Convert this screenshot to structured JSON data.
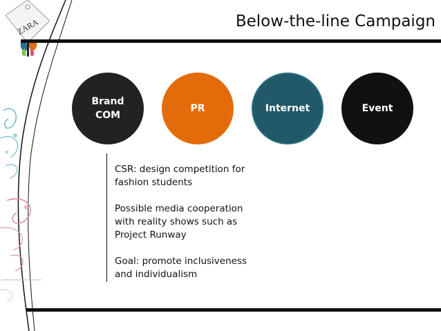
{
  "slide": {
    "title": "Below-the-line Campaign",
    "logo": {
      "text": "ZARA",
      "icon": "zara-tag-logo-icon"
    },
    "circles": [
      {
        "label": "Brand\nCOM",
        "color": "#222222"
      },
      {
        "label": "PR",
        "color": "#e36c0a"
      },
      {
        "label": "Internet",
        "color": "#215968"
      },
      {
        "label": "Event",
        "color": "#111111"
      }
    ],
    "paragraphs": [
      "CSR: design competition for fashion students",
      "Possible media cooperation with reality shows such as Project Runway",
      "Goal: promote inclusiveness and individualism"
    ],
    "colors": {
      "accent_orange": "#e36c0a",
      "accent_teal": "#215968",
      "rules": "#111111"
    }
  }
}
